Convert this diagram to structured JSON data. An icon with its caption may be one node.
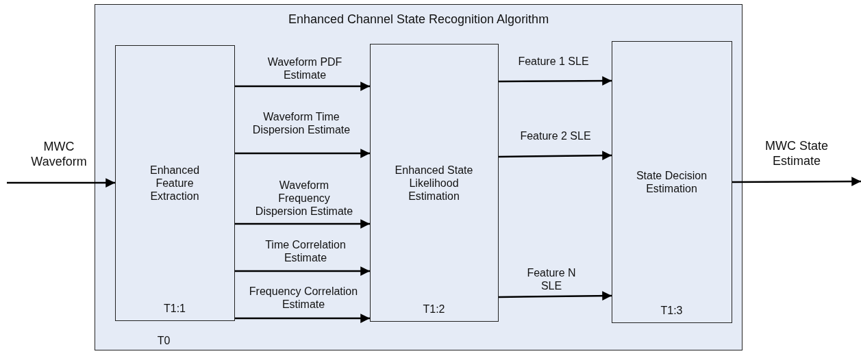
{
  "diagram": {
    "nodes": [
      {
        "text": [
          "Enhanced Channel State Recognition Algorithm",
          "T0"
        ]
      },
      {
        "text": [
          "Enhanced Feature Extraction",
          "T1:1"
        ],
        "in": 0
      },
      {
        "text": [
          "Enhanced State Likelihood Estimation",
          "T1:2"
        ],
        "in": 0
      },
      {
        "text": [
          "State Decision Estimation",
          "T1:3"
        ],
        "in": 0
      }
    ],
    "edges": [
      {
        "from": null,
        "to": 1,
        "arrow": "to",
        "label": "MWC Waveform"
      },
      {
        "from": 1,
        "to": 2,
        "arrow": "to",
        "label": "Waveform PDF Estimate"
      },
      {
        "from": 1,
        "to": 2,
        "arrow": "to",
        "label": "Waveform Time Dispersion Estimate"
      },
      {
        "from": 1,
        "to": 2,
        "arrow": "to",
        "label": "Waveform Frequency Dispersion Estimate"
      },
      {
        "from": 1,
        "to": 2,
        "arrow": "to",
        "label": "Time Correlation Estimate"
      },
      {
        "from": 1,
        "to": 2,
        "arrow": "to",
        "label": "Frequency Correlation Estimate"
      },
      {
        "from": 2,
        "to": 3,
        "arrow": "to",
        "label": "Feature 1 SLE"
      },
      {
        "from": 2,
        "to": 3,
        "arrow": "to",
        "label": "Feature 2 SLE"
      },
      {
        "from": 2,
        "to": 3,
        "arrow": "to",
        "label": "Feature N SLE"
      },
      {
        "from": 3,
        "to": null,
        "arrow": "to",
        "label": "MWC State Estimate"
      }
    ]
  }
}
